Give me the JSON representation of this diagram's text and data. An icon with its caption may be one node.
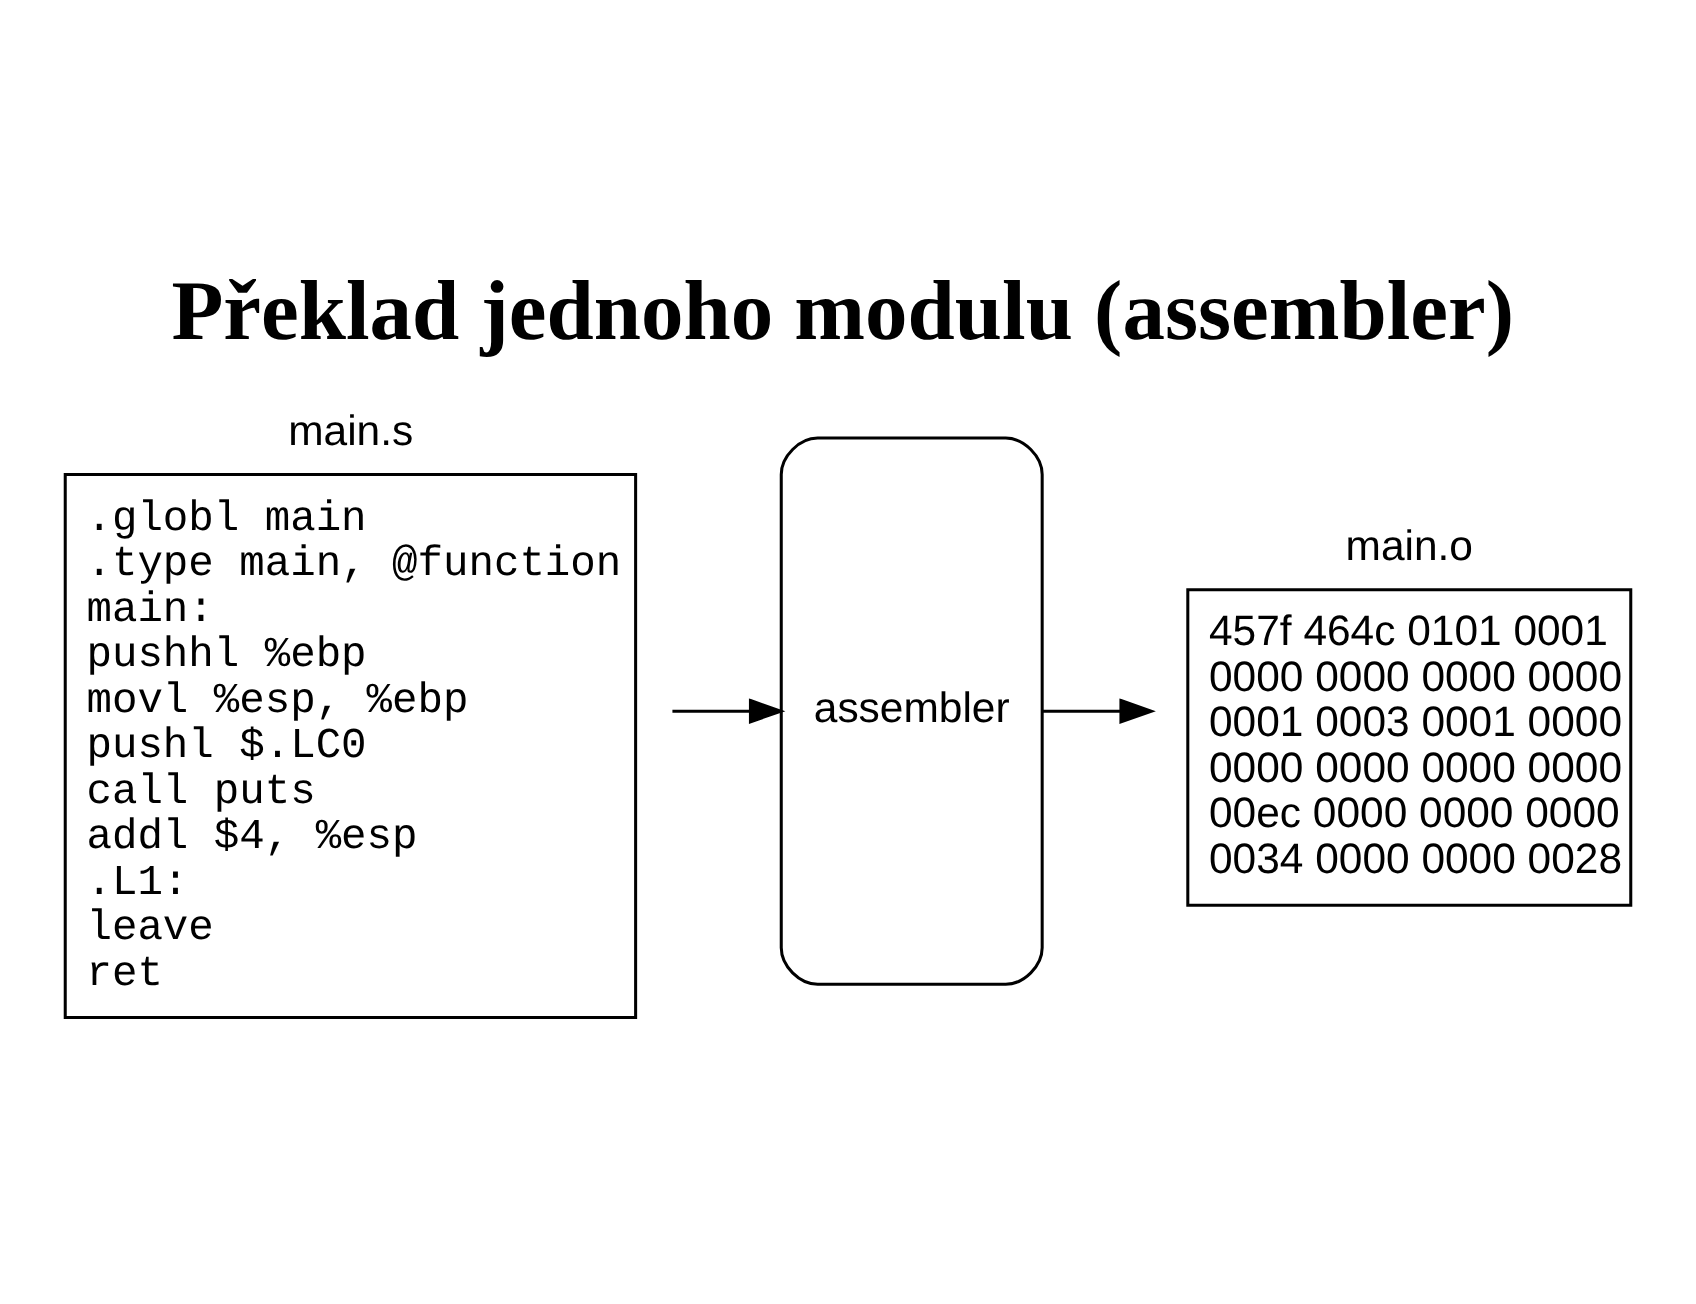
{
  "diagram": {
    "title": "Překlad jednoho modulu (assembler)",
    "nodes": [
      {
        "text": [
          "main.s",
          ".globl main",
          ".type main, @function",
          "main:",
          "pushhl %ebp",
          "movl %esp, %ebp",
          "pushl $.LC0",
          "call puts",
          "addl $4, %esp",
          ".L1:",
          "leave",
          "ret"
        ]
      },
      {
        "text": [
          "assembler"
        ]
      },
      {
        "text": [
          "main.o",
          "457f 464c 0101 0001",
          "0000 0000 0000 0000",
          "0001 0003 0001 0000",
          "0000 0000 0000 0000",
          "00ec 0000 0000 0000",
          "0034 0000 0000 0028"
        ]
      }
    ],
    "edges": [
      {
        "from": 0,
        "to": 1,
        "arrow": "to"
      },
      {
        "from": 1,
        "to": 2,
        "arrow": "to"
      }
    ]
  }
}
